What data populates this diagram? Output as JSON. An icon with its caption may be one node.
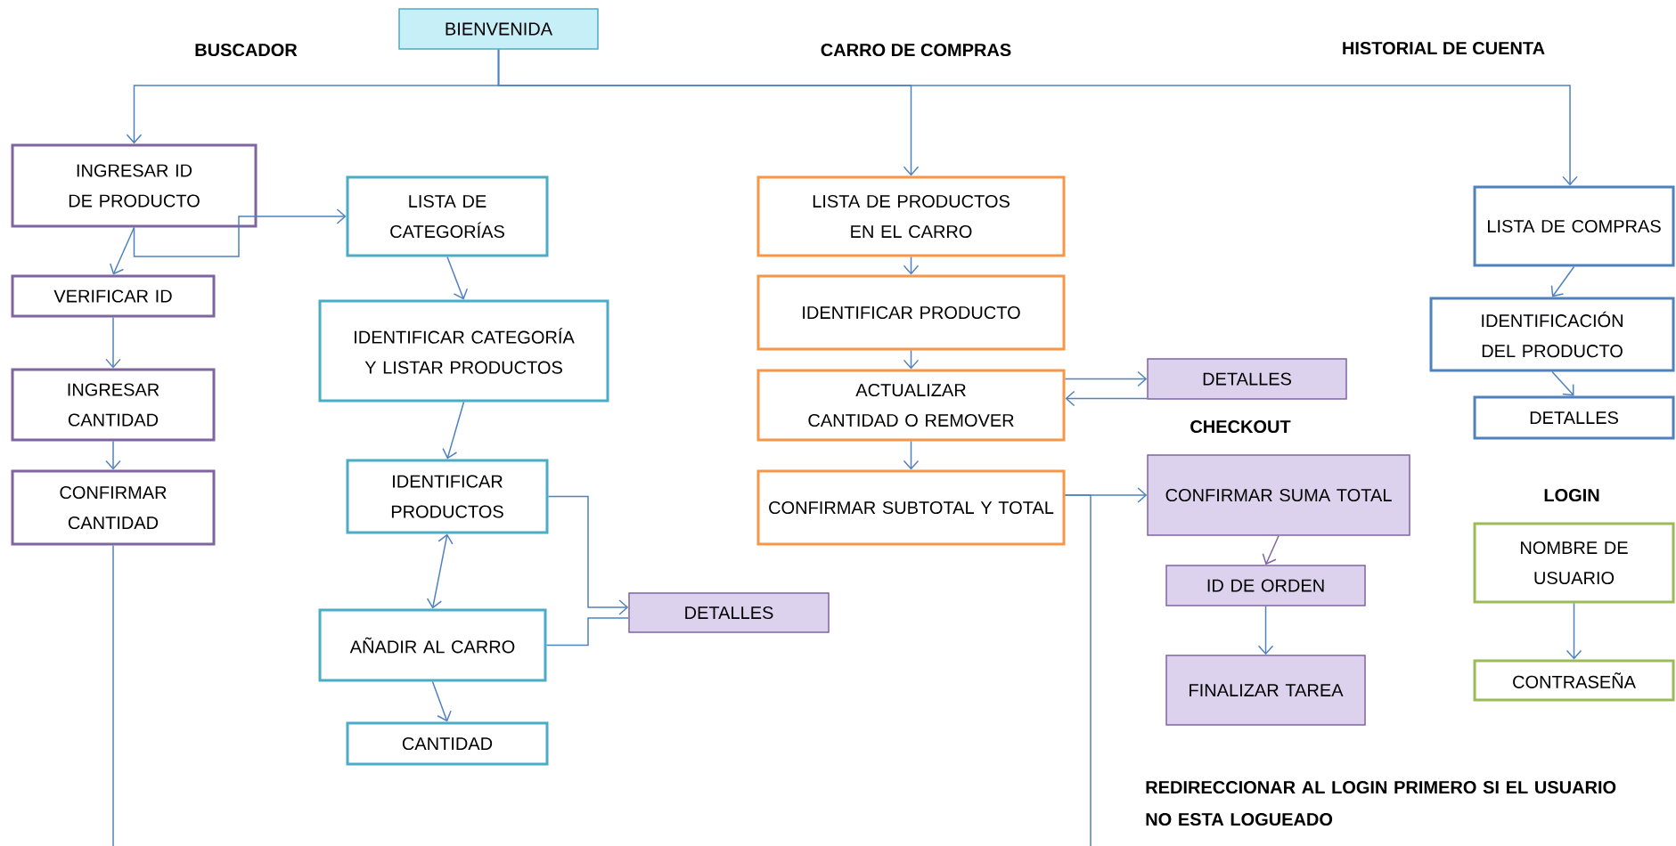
{
  "diagram": {
    "nodes": [
      {
        "text": [
          "BIENVENIDA"
        ]
      },
      {
        "text": [
          "INGRESAR ID DE PRODUCTO"
        ]
      },
      {
        "text": [
          "VERIFICAR ID"
        ]
      },
      {
        "text": [
          "INGRESAR CANTIDAD"
        ]
      },
      {
        "text": [
          "CONFIRMAR CANTIDAD"
        ]
      },
      {
        "text": [
          "LISTA DE CATEGORÍAS"
        ]
      },
      {
        "text": [
          "IDENTIFICAR CATEGORÍA Y LISTAR PRODUCTOS"
        ]
      },
      {
        "text": [
          "IDENTIFICAR PRODUCTOS"
        ]
      },
      {
        "text": [
          "DETALLES"
        ]
      },
      {
        "text": [
          "AÑADIR AL CARRO"
        ]
      },
      {
        "text": [
          "CANTIDAD"
        ]
      },
      {
        "text": [
          "LISTA DE PRODUCTOS EN EL CARRO"
        ]
      },
      {
        "text": [
          "IDENTIFICAR PRODUCTO"
        ]
      },
      {
        "text": [
          "ACTUALIZAR CANTIDAD O REMOVER"
        ]
      },
      {
        "text": [
          "DETALLES"
        ]
      },
      {
        "text": [
          "CONFIRMAR SUBTOTAL Y TOTAL"
        ]
      },
      {
        "text": [
          "CONFIRMAR SUMA TOTAL"
        ]
      },
      {
        "text": [
          "ID DE ORDEN"
        ]
      },
      {
        "text": [
          "FINALIZAR TAREA"
        ]
      },
      {
        "text": [
          "LISTA DE COMPRAS"
        ]
      },
      {
        "text": [
          "IDENTIFICACIÓN DEL PRODUCTO"
        ]
      },
      {
        "text": [
          "DETALLES"
        ]
      },
      {
        "text": [
          "NOMBRE DE USUARIO"
        ]
      },
      {
        "text": [
          "CONTRASEÑA"
        ]
      }
    ],
    "edges": [
      {
        "from": 0,
        "to": 1,
        "arrow": "to"
      },
      {
        "from": 0,
        "to": 11,
        "arrow": "to"
      },
      {
        "from": 0,
        "to": 19,
        "arrow": "to"
      },
      {
        "from": 1,
        "to": 2,
        "arrow": "to"
      },
      {
        "from": 1,
        "to": 5,
        "arrow": "to"
      },
      {
        "from": 2,
        "to": 3,
        "arrow": "to"
      },
      {
        "from": 3,
        "to": 4,
        "arrow": "to"
      },
      {
        "from": 4,
        "to": null,
        "arrow": "none"
      },
      {
        "from": 5,
        "to": 6,
        "arrow": "to"
      },
      {
        "from": 6,
        "to": 7,
        "arrow": "to"
      },
      {
        "from": 7,
        "to": 9,
        "arrow": "both"
      },
      {
        "from": 7,
        "to": 8,
        "arrow": "to"
      },
      {
        "from": 9,
        "to": 8,
        "arrow": "none"
      },
      {
        "from": 9,
        "to": 10,
        "arrow": "to"
      },
      {
        "from": 11,
        "to": 12,
        "arrow": "to"
      },
      {
        "from": 12,
        "to": 13,
        "arrow": "to"
      },
      {
        "from": 13,
        "to": 14,
        "arrow": "to"
      },
      {
        "from": 14,
        "to": 13,
        "arrow": "to"
      },
      {
        "from": 13,
        "to": 15,
        "arrow": "to"
      },
      {
        "from": 15,
        "to": 16,
        "arrow": "to"
      },
      {
        "from": 15,
        "to": null,
        "arrow": "none"
      },
      {
        "from": 16,
        "to": 17,
        "arrow": "to",
        "color": "#8064a2"
      },
      {
        "from": 17,
        "to": 18,
        "arrow": "to"
      },
      {
        "from": 19,
        "to": 20,
        "arrow": "to"
      },
      {
        "from": 20,
        "to": 21,
        "arrow": "to"
      },
      {
        "from": 22,
        "to": 23,
        "arrow": "to"
      }
    ],
    "labels": [
      "BUSCADOR",
      "CARRO DE COMPRAS",
      "HISTORIAL DE CUENTA",
      "CHECKOUT",
      "LOGIN",
      "REDIRECCIONAR AL LOGIN PRIMERO SI EL USUARIO NO ESTA LOGUEADO"
    ]
  }
}
